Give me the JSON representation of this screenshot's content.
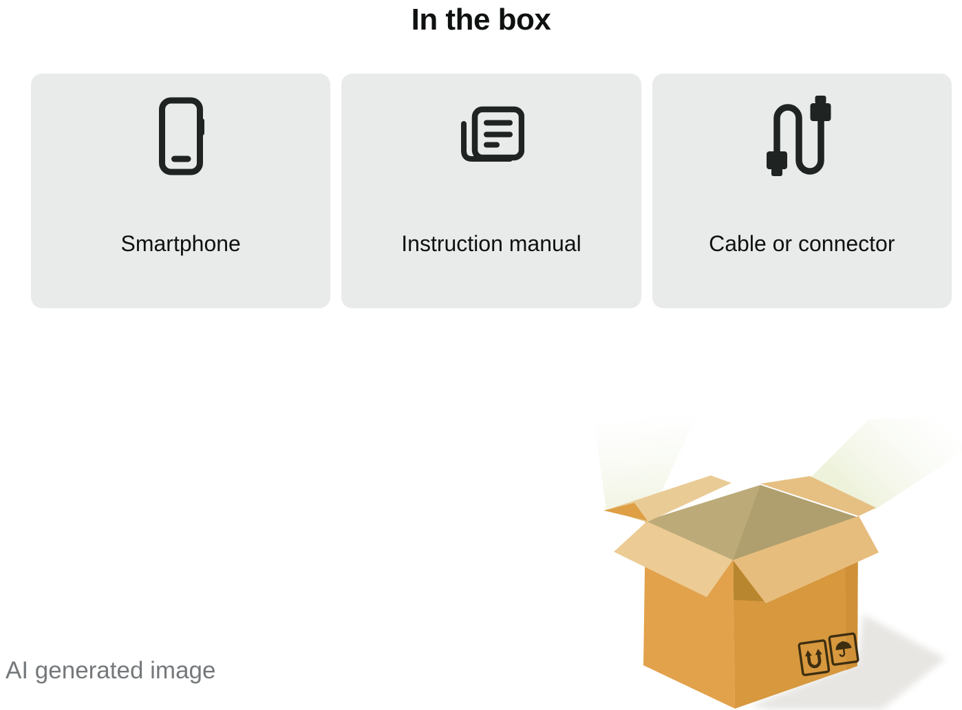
{
  "title": "In the box",
  "cards": [
    {
      "label": "Smartphone",
      "icon": "smartphone-icon"
    },
    {
      "label": "Instruction manual",
      "icon": "instruction-manual-icon"
    },
    {
      "label": "Cable or connector",
      "icon": "cable-icon"
    }
  ],
  "watermark": "AI generated image",
  "illustration": {
    "description": "open cardboard shipping box with light rays",
    "symbols": [
      "this-way-up",
      "keep-dry-umbrella"
    ]
  },
  "colors": {
    "card_background": "#e8ebe9",
    "text": "#0f1111",
    "icon_stroke": "#1f2322",
    "watermark_text": "#75787a",
    "box_front": "#e2a24b",
    "box_side": "#d7983e",
    "box_flap_light": "#eccb94",
    "box_flap_mid": "#e7bd7e",
    "box_flap_back": "#e9cb96",
    "box_flap_tip": "#de9f45",
    "box_interior": "#af9f6e",
    "box_symbol": "#3d2e10",
    "shadow": "#e7e6e3"
  }
}
